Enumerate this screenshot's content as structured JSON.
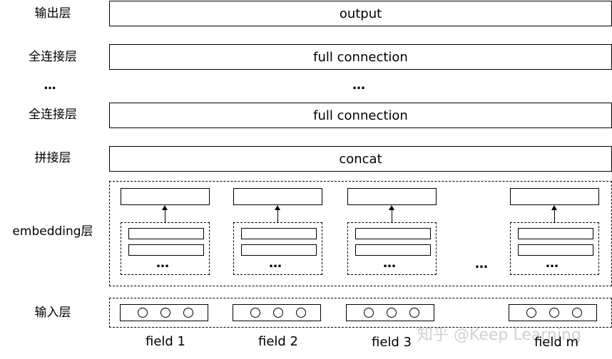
{
  "left_labels": {
    "output": "输出层",
    "fc_top": "全连接层",
    "ellipsis": "…",
    "fc_bottom": "全连接层",
    "concat": "拼接层",
    "embedding": "embedding层",
    "input": "输入层"
  },
  "layers": {
    "output": "output",
    "fc_top": "full connection",
    "ellipsis": "…",
    "fc_bottom": "full connection",
    "concat": "concat"
  },
  "embedding_inner_ellipsis": "…",
  "embedding_between_ellipsis": "…",
  "fields": [
    "field 1",
    "field 2",
    "field 3",
    "field m"
  ],
  "watermark": "知乎 @Keep Learning"
}
